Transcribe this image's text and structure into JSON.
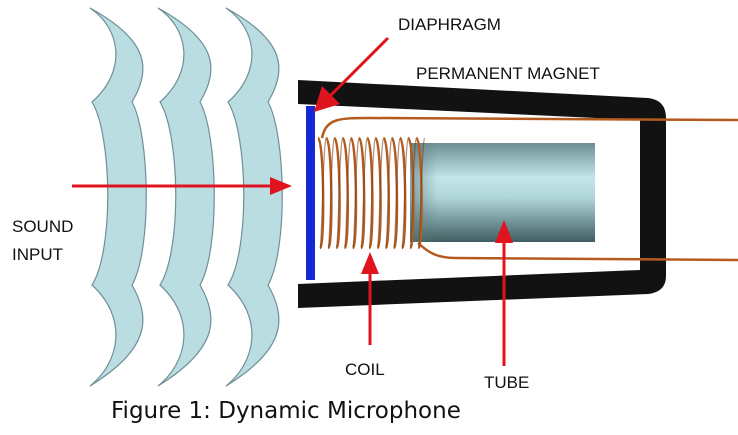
{
  "labels": {
    "diaphragm": "DIAPHRAGM",
    "magnet": "PERMANENT MAGNET",
    "sound_line1": "SOUND",
    "sound_line2": "INPUT",
    "coil": "COIL",
    "tube": "TUBE"
  },
  "caption": "Figure 1: Dynamic Microphone",
  "colors": {
    "wave_fill": "#b9dde1",
    "wave_stroke": "#6f8f97",
    "magnet": "#121212",
    "diaphragm": "#1428d6",
    "coil": "#b45a1e",
    "tube_light": "#c3e6ea",
    "tube_dark": "#4d6d70",
    "arrow": "#e0141e"
  }
}
